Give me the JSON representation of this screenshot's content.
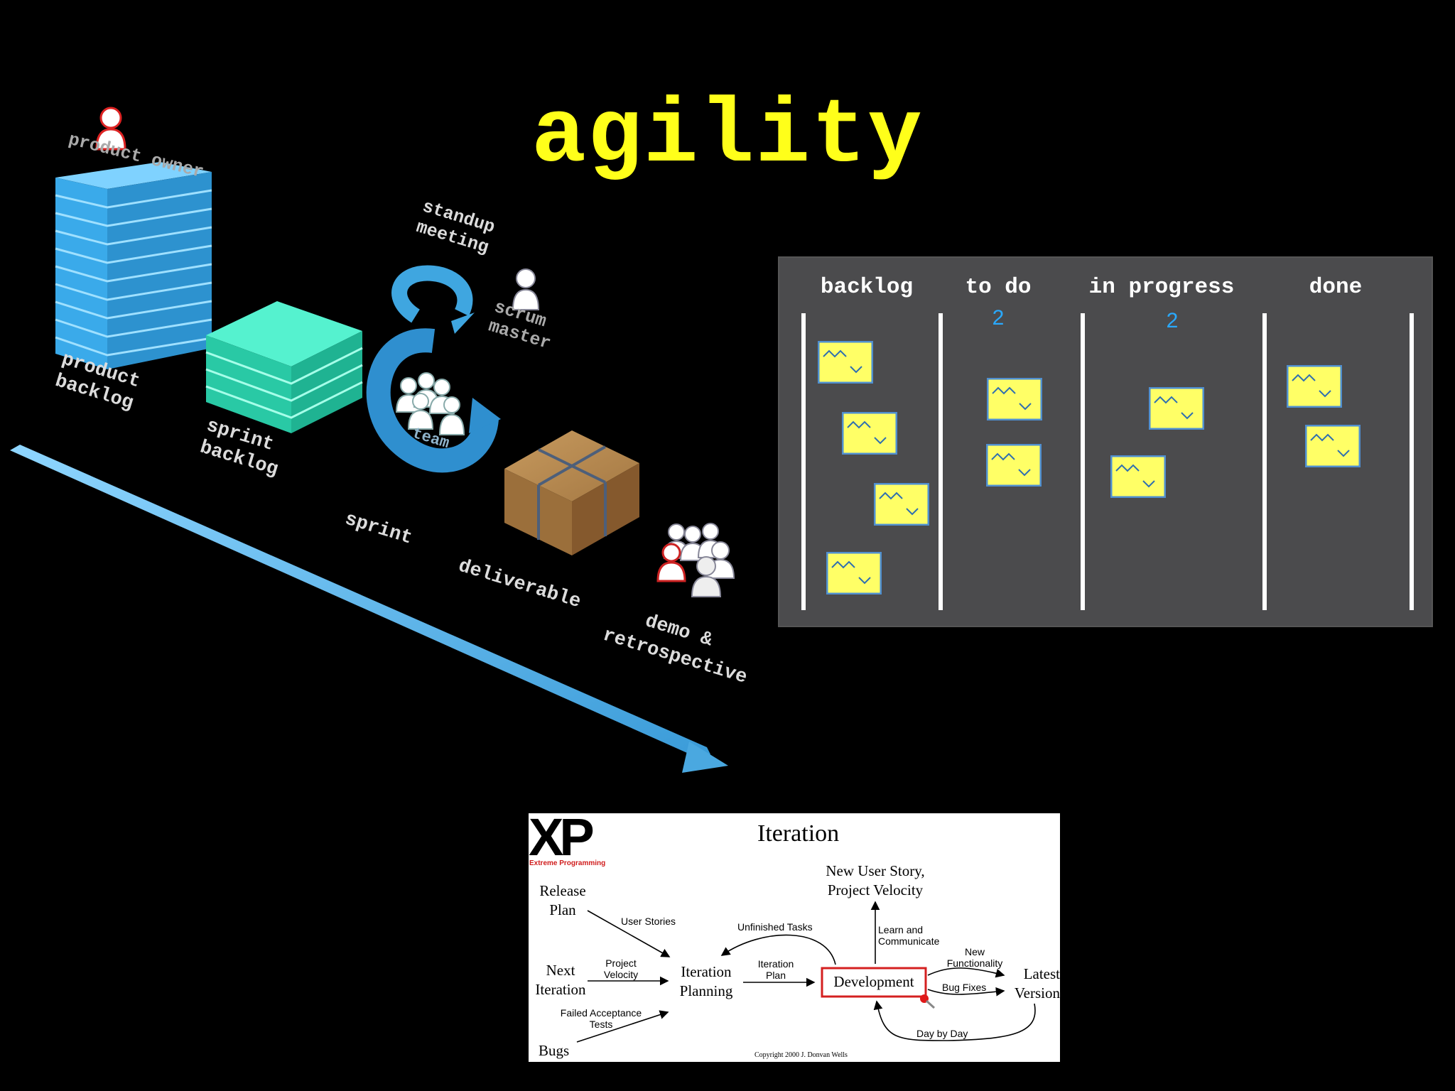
{
  "title": "agility",
  "scrum": {
    "product_owner": "product owner",
    "product_backlog": "product backlog",
    "sprint_backlog": "sprint backlog",
    "standup_meeting": "standup meeting",
    "scrum_master": "scrum master",
    "team": "team",
    "sprint": "sprint",
    "deliverable": "deliverable",
    "demo_retrospective": "demo & retrospective"
  },
  "kanban": {
    "columns": [
      {
        "name": "backlog",
        "wip": "",
        "cards": 4
      },
      {
        "name": "to do",
        "wip": "2",
        "cards": 2
      },
      {
        "name": "in progress",
        "wip": "2",
        "cards": 2
      },
      {
        "name": "done",
        "wip": "",
        "cards": 2
      }
    ],
    "colors": {
      "board": "#4b4b4d",
      "card": "#ffff66",
      "wip": "#29a9ff"
    }
  },
  "xp": {
    "logo": "XP",
    "logo_subtitle": "Extreme Programming",
    "title": "Iteration",
    "nodes": {
      "release_plan": "Release Plan",
      "next_iteration": "Next Iteration",
      "bugs": "Bugs",
      "iteration_planning": "Iteration Planning",
      "development": "Development",
      "new_user_story": "New User Story, Project Velocity",
      "latest_version": "Latest Version"
    },
    "edges": {
      "user_stories": "User Stories",
      "project_velocity": "Project Velocity",
      "failed_acceptance_tests": "Failed Acceptance Tests",
      "unfinished_tasks": "Unfinished Tasks",
      "iteration_plan": "Iteration Plan",
      "learn_and_communicate": "Learn and Communicate",
      "new_functionality": "New Functionality",
      "bug_fixes": "Bug Fixes",
      "day_by_day": "Day by Day"
    },
    "copyright": "Copyright 2000 J. Donvan Wells"
  },
  "colors": {
    "title": "#ffff1a",
    "background": "#000000",
    "arrow": "#5bb8ec",
    "dev_box": "#d42020"
  }
}
